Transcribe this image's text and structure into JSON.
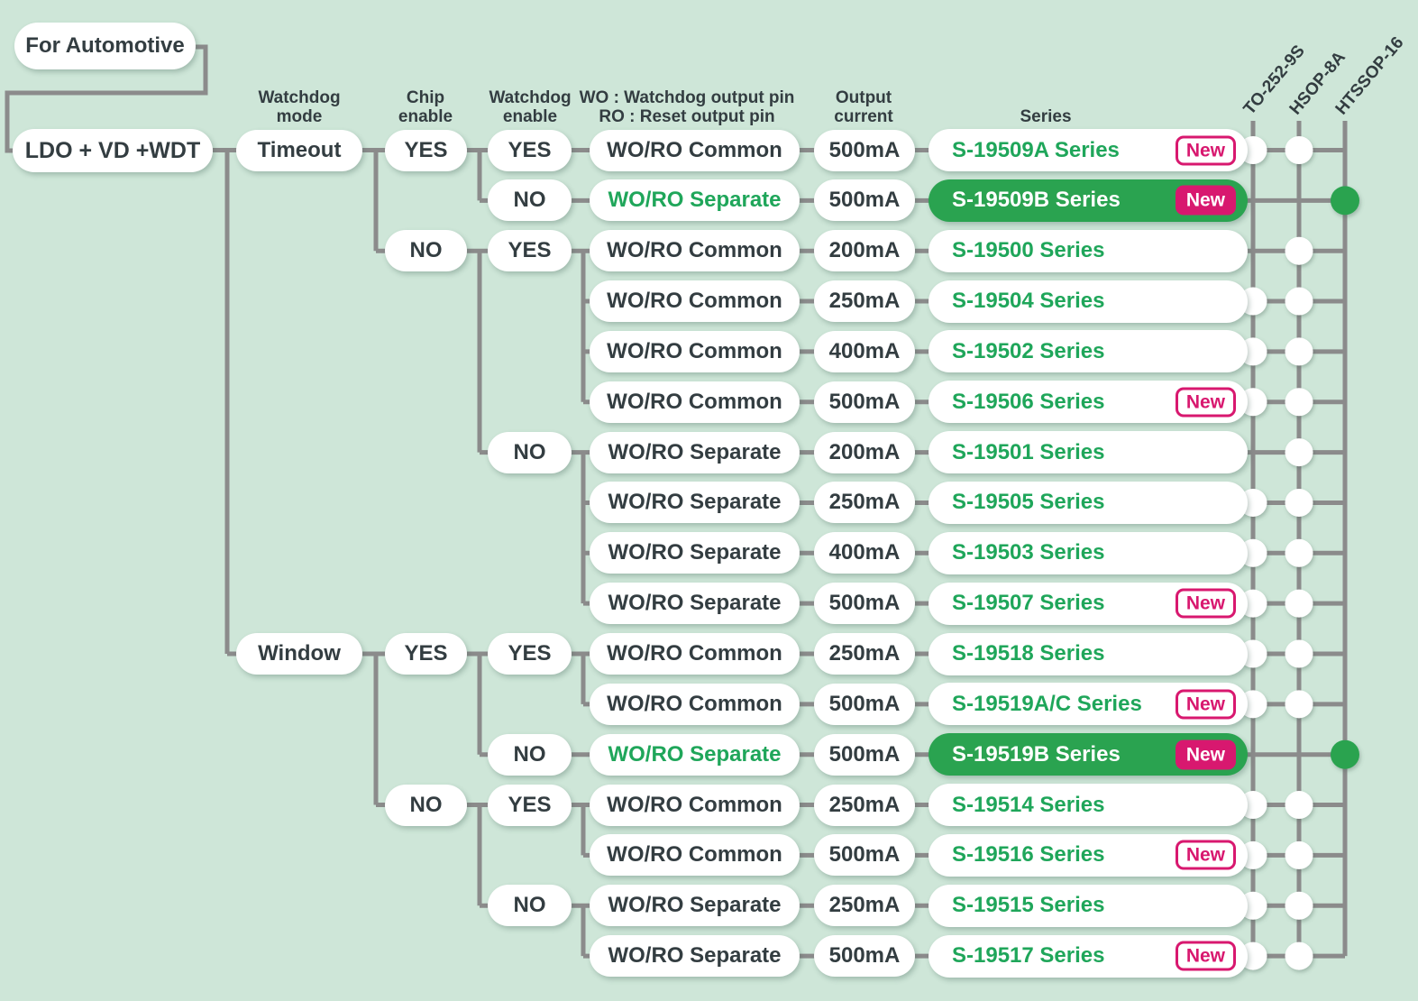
{
  "title": "For Automotive",
  "root_label": "LDO + VD +WDT",
  "colors": {
    "background": "#cee6d8",
    "accent_green": "#2aa350",
    "accent_magenta": "#d8186f",
    "line_gray": "#8b8b8b",
    "text_dark": "#333d41"
  },
  "headers": {
    "watchdog_mode": "Watchdog mode",
    "chip_enable": "Chip enable",
    "watchdog_enable": "Watchdog enable",
    "pin_legend_line1": "WO : Watchdog output pin",
    "pin_legend_line2": "RO : Reset output pin",
    "output_current": "Output current",
    "series": "Series"
  },
  "packages": [
    "TO-252-9S",
    "HSOP-8A",
    "HTSSOP-16"
  ],
  "new_badge_label": "New",
  "tree": [
    {
      "mode": "Timeout",
      "row": 0,
      "children": [
        {
          "label": "YES",
          "row": 0,
          "children": [
            {
              "label": "YES",
              "row": 0,
              "leaves": [
                0
              ]
            },
            {
              "label": "NO",
              "row": 1,
              "leaves": [
                1
              ]
            }
          ]
        },
        {
          "label": "NO",
          "row": 2,
          "children": [
            {
              "label": "YES",
              "row": 2,
              "leaves": [
                2,
                3,
                4,
                5
              ]
            },
            {
              "label": "NO",
              "row": 6,
              "leaves": [
                6,
                7,
                8,
                9
              ]
            }
          ]
        }
      ]
    },
    {
      "mode": "Window",
      "row": 10,
      "children": [
        {
          "label": "YES",
          "row": 10,
          "children": [
            {
              "label": "YES",
              "row": 10,
              "leaves": [
                10,
                11
              ]
            },
            {
              "label": "NO",
              "row": 12,
              "leaves": [
                12
              ]
            }
          ]
        },
        {
          "label": "NO",
          "row": 13,
          "children": [
            {
              "label": "YES",
              "row": 13,
              "leaves": [
                13,
                14
              ]
            },
            {
              "label": "NO",
              "row": 15,
              "leaves": [
                15,
                16
              ]
            }
          ]
        }
      ]
    }
  ],
  "rows": [
    {
      "wo_ro": "WO/RO Common",
      "wo_ro_green": false,
      "current": "500mA",
      "series": "S-19509A Series",
      "highlight": false,
      "new": true,
      "packages": [
        1,
        1,
        0
      ]
    },
    {
      "wo_ro": "WO/RO Separate",
      "wo_ro_green": true,
      "current": "500mA",
      "series": "S-19509B Series",
      "highlight": true,
      "new": true,
      "packages": [
        0,
        0,
        1
      ]
    },
    {
      "wo_ro": "WO/RO Common",
      "wo_ro_green": false,
      "current": "200mA",
      "series": "S-19500 Series",
      "highlight": false,
      "new": false,
      "packages": [
        0,
        1,
        0
      ]
    },
    {
      "wo_ro": "WO/RO Common",
      "wo_ro_green": false,
      "current": "250mA",
      "series": "S-19504 Series",
      "highlight": false,
      "new": false,
      "packages": [
        1,
        1,
        0
      ]
    },
    {
      "wo_ro": "WO/RO Common",
      "wo_ro_green": false,
      "current": "400mA",
      "series": "S-19502 Series",
      "highlight": false,
      "new": false,
      "packages": [
        1,
        1,
        0
      ]
    },
    {
      "wo_ro": "WO/RO Common",
      "wo_ro_green": false,
      "current": "500mA",
      "series": "S-19506 Series",
      "highlight": false,
      "new": true,
      "packages": [
        1,
        1,
        0
      ]
    },
    {
      "wo_ro": "WO/RO Separate",
      "wo_ro_green": false,
      "current": "200mA",
      "series": "S-19501 Series",
      "highlight": false,
      "new": false,
      "packages": [
        0,
        1,
        0
      ]
    },
    {
      "wo_ro": "WO/RO Separate",
      "wo_ro_green": false,
      "current": "250mA",
      "series": "S-19505 Series",
      "highlight": false,
      "new": false,
      "packages": [
        1,
        1,
        0
      ]
    },
    {
      "wo_ro": "WO/RO Separate",
      "wo_ro_green": false,
      "current": "400mA",
      "series": "S-19503 Series",
      "highlight": false,
      "new": false,
      "packages": [
        1,
        1,
        0
      ]
    },
    {
      "wo_ro": "WO/RO Separate",
      "wo_ro_green": false,
      "current": "500mA",
      "series": "S-19507 Series",
      "highlight": false,
      "new": true,
      "packages": [
        1,
        1,
        0
      ]
    },
    {
      "wo_ro": "WO/RO Common",
      "wo_ro_green": false,
      "current": "250mA",
      "series": "S-19518 Series",
      "highlight": false,
      "new": false,
      "packages": [
        1,
        1,
        0
      ]
    },
    {
      "wo_ro": "WO/RO Common",
      "wo_ro_green": false,
      "current": "500mA",
      "series": "S-19519A/C Series",
      "highlight": false,
      "new": true,
      "packages": [
        1,
        1,
        0
      ]
    },
    {
      "wo_ro": "WO/RO Separate",
      "wo_ro_green": true,
      "current": "500mA",
      "series": "S-19519B Series",
      "highlight": true,
      "new": true,
      "packages": [
        0,
        0,
        1
      ]
    },
    {
      "wo_ro": "WO/RO Common",
      "wo_ro_green": false,
      "current": "250mA",
      "series": "S-19514 Series",
      "highlight": false,
      "new": false,
      "packages": [
        1,
        1,
        0
      ]
    },
    {
      "wo_ro": "WO/RO Common",
      "wo_ro_green": false,
      "current": "500mA",
      "series": "S-19516 Series",
      "highlight": false,
      "new": true,
      "packages": [
        1,
        1,
        0
      ]
    },
    {
      "wo_ro": "WO/RO Separate",
      "wo_ro_green": false,
      "current": "250mA",
      "series": "S-19515 Series",
      "highlight": false,
      "new": false,
      "packages": [
        1,
        1,
        0
      ]
    },
    {
      "wo_ro": "WO/RO Separate",
      "wo_ro_green": false,
      "current": "500mA",
      "series": "S-19517 Series",
      "highlight": false,
      "new": true,
      "packages": [
        1,
        1,
        0
      ]
    }
  ]
}
